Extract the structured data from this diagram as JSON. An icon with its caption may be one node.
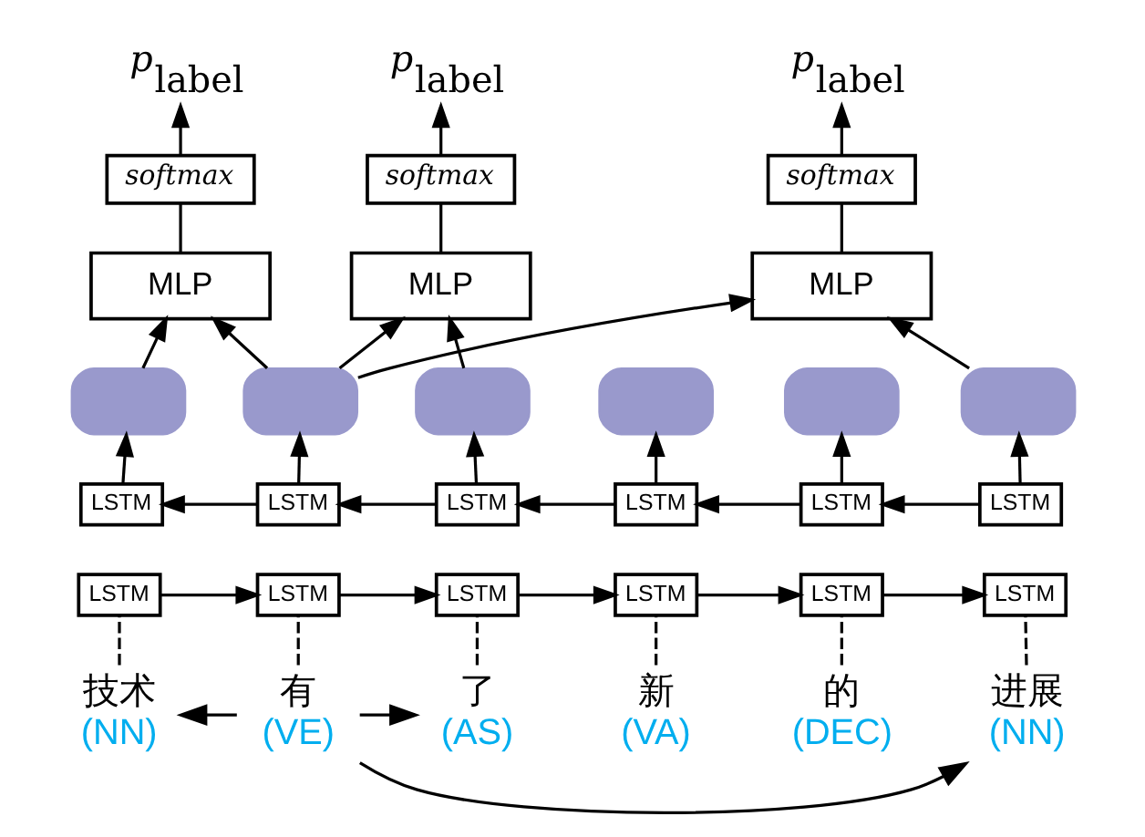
{
  "diagram": {
    "nodes": [
      {
        "text": [
          "p$_{label}$"
        ]
      },
      {
        "text": [
          "p$_{label}$"
        ]
      },
      {
        "text": [
          "p$_{label}$"
        ]
      },
      {
        "text": [
          "softmax"
        ]
      },
      {
        "text": [
          "softmax"
        ]
      },
      {
        "text": [
          "softmax"
        ]
      },
      {
        "text": [
          "MLP"
        ]
      },
      {
        "text": [
          "MLP"
        ]
      },
      {
        "text": [
          "MLP"
        ]
      },
      {
        "text": [],
        "shape": "oval"
      },
      {
        "text": [],
        "shape": "oval"
      },
      {
        "text": [],
        "shape": "oval"
      },
      {
        "text": [],
        "shape": "oval"
      },
      {
        "text": [],
        "shape": "oval"
      },
      {
        "text": [],
        "shape": "oval"
      },
      {
        "text": [
          "LSTM"
        ]
      },
      {
        "text": [
          "LSTM"
        ]
      },
      {
        "text": [
          "LSTM"
        ]
      },
      {
        "text": [
          "LSTM"
        ]
      },
      {
        "text": [
          "LSTM"
        ]
      },
      {
        "text": [
          "LSTM"
        ]
      },
      {
        "text": [
          "LSTM"
        ]
      },
      {
        "text": [
          "LSTM"
        ]
      },
      {
        "text": [
          "LSTM"
        ]
      },
      {
        "text": [
          "LSTM"
        ]
      },
      {
        "text": [
          "LSTM"
        ]
      },
      {
        "text": [
          "LSTM"
        ]
      },
      {
        "text": [
          "技术",
          "(NN)"
        ]
      },
      {
        "text": [
          "有",
          "(VE)"
        ]
      },
      {
        "text": [
          "了",
          "(AS)"
        ]
      },
      {
        "text": [
          "新",
          "(VA)"
        ]
      },
      {
        "text": [
          "的",
          "(DEC)"
        ]
      },
      {
        "text": [
          "进展",
          "(NN)"
        ]
      }
    ],
    "edges": [
      {
        "from": 3,
        "to": 0,
        "arrow": "to"
      },
      {
        "from": 4,
        "to": 1,
        "arrow": "to"
      },
      {
        "from": 5,
        "to": 2,
        "arrow": "to"
      },
      {
        "from": 6,
        "to": 3,
        "arrow": "none"
      },
      {
        "from": 7,
        "to": 4,
        "arrow": "none"
      },
      {
        "from": 8,
        "to": 5,
        "arrow": "none"
      },
      {
        "from": 9,
        "to": 6,
        "arrow": "to"
      },
      {
        "from": 10,
        "to": 6,
        "arrow": "to"
      },
      {
        "from": 10,
        "to": 7,
        "arrow": "to"
      },
      {
        "from": 11,
        "to": 7,
        "arrow": "to"
      },
      {
        "from": 10,
        "to": 8,
        "arrow": "to"
      },
      {
        "from": 14,
        "to": 8,
        "arrow": "to"
      },
      {
        "from": 15,
        "to": 9,
        "arrow": "to"
      },
      {
        "from": 16,
        "to": 10,
        "arrow": "to"
      },
      {
        "from": 17,
        "to": 11,
        "arrow": "to"
      },
      {
        "from": 18,
        "to": 12,
        "arrow": "to"
      },
      {
        "from": 19,
        "to": 13,
        "arrow": "to"
      },
      {
        "from": 20,
        "to": 14,
        "arrow": "to"
      },
      {
        "from": 16,
        "to": 15,
        "arrow": "to"
      },
      {
        "from": 17,
        "to": 16,
        "arrow": "to"
      },
      {
        "from": 18,
        "to": 17,
        "arrow": "to"
      },
      {
        "from": 19,
        "to": 18,
        "arrow": "to"
      },
      {
        "from": 20,
        "to": 19,
        "arrow": "to"
      },
      {
        "from": 21,
        "to": 22,
        "arrow": "to"
      },
      {
        "from": 22,
        "to": 23,
        "arrow": "to"
      },
      {
        "from": 23,
        "to": 24,
        "arrow": "to"
      },
      {
        "from": 24,
        "to": 25,
        "arrow": "to"
      },
      {
        "from": 25,
        "to": 26,
        "arrow": "to"
      },
      {
        "from": 27,
        "to": 21,
        "arrow": "none",
        "style": "dashed"
      },
      {
        "from": 28,
        "to": 22,
        "arrow": "none",
        "style": "dashed"
      },
      {
        "from": 29,
        "to": 23,
        "arrow": "none",
        "style": "dashed"
      },
      {
        "from": 30,
        "to": 24,
        "arrow": "none",
        "style": "dashed"
      },
      {
        "from": 31,
        "to": 25,
        "arrow": "none",
        "style": "dashed"
      },
      {
        "from": 32,
        "to": 26,
        "arrow": "none",
        "style": "dashed"
      },
      {
        "from": 28,
        "to": 27,
        "arrow": "to"
      },
      {
        "from": 28,
        "to": 29,
        "arrow": "to"
      },
      {
        "from": 28,
        "to": 32,
        "arrow": "to"
      }
    ]
  }
}
